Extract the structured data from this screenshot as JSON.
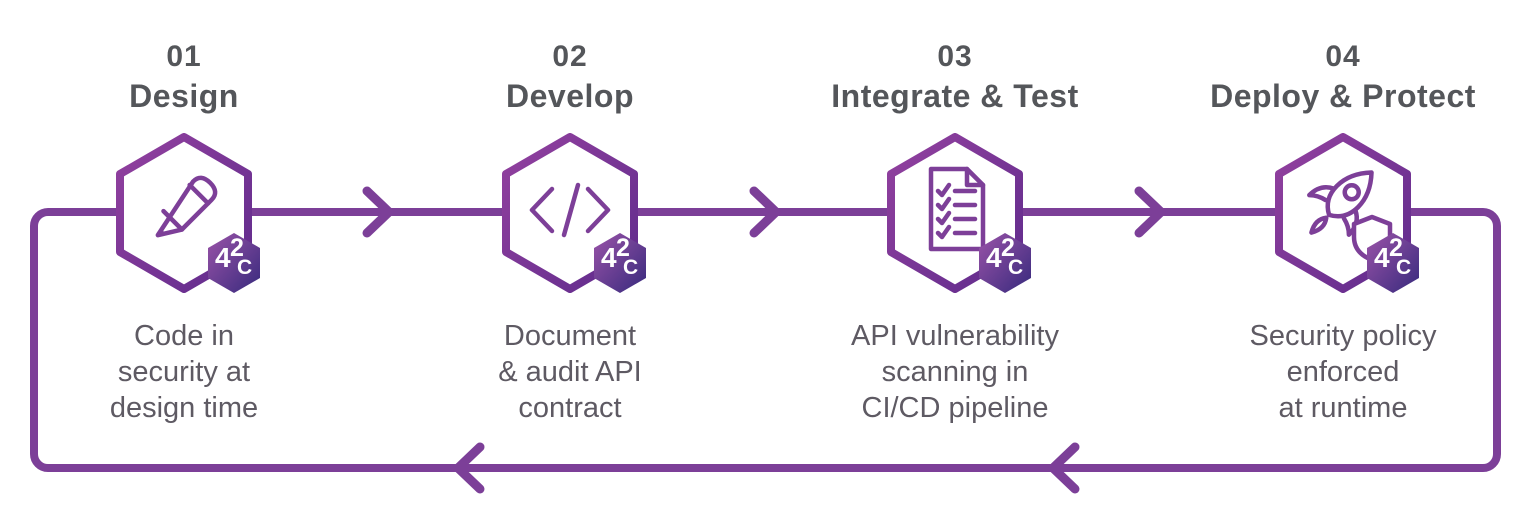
{
  "diagram": {
    "name": "api-security-lifecycle-flow",
    "flow": {
      "forward_arrows": 3,
      "return_arrows": 2,
      "forward_direction": "right",
      "return_direction": "left",
      "loop": true
    }
  },
  "badge": {
    "label": "42C",
    "chars": [
      "4",
      "2",
      "C"
    ]
  },
  "steps": [
    {
      "number": "01",
      "title": "Design",
      "icon": "pencil-icon",
      "description": "Code in\nsecurity at\ndesign time"
    },
    {
      "number": "02",
      "title": "Develop",
      "icon": "code-icon",
      "description": "Document\n& audit API\ncontract"
    },
    {
      "number": "03",
      "title": "Integrate & Test",
      "icon": "checklist-icon",
      "description": "API vulnerability\nscanning in\nCI/CD pipeline"
    },
    {
      "number": "04",
      "title": "Deploy & Protect",
      "icon": "rocket-shield-icon",
      "description": "Security policy\nenforced\nat runtime"
    }
  ],
  "colors": {
    "line_purple": "#7c3f98",
    "icon_purple": "#7d3f98",
    "hex_border_start": "#93419f",
    "hex_border_end": "#5f2b8c",
    "badge_gradient_start": "#9a53a8",
    "badge_gradient_end": "#372a7d",
    "heading_text": "#54565a",
    "body_text": "#5e5a63",
    "background": "#ffffff"
  }
}
